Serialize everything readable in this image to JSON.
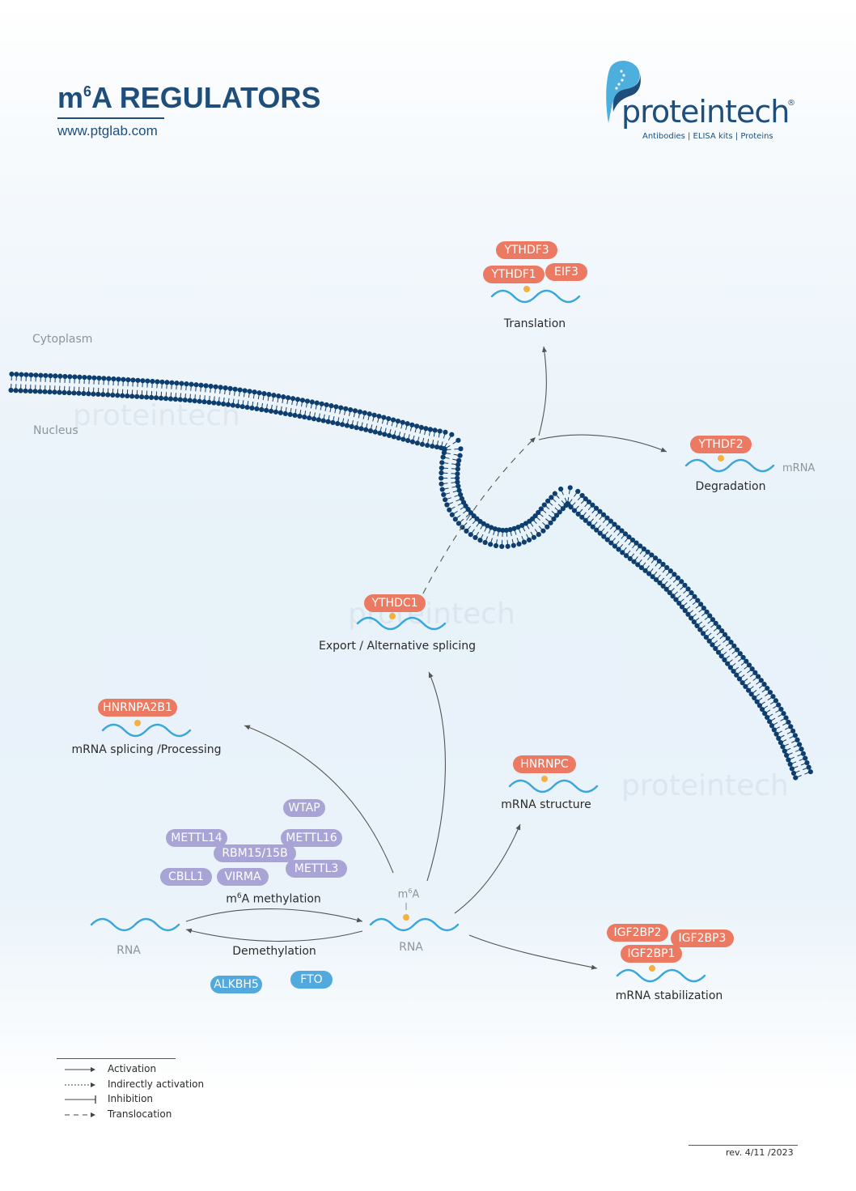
{
  "header": {
    "title_prefix": "m",
    "title_sup": "6",
    "title_rest": "A REGULATORS",
    "url": "www.ptglab.com"
  },
  "brand": {
    "name": "proteintech",
    "registered": "®",
    "tagline": "Antibodies  |  ELISA kits  |  Proteins"
  },
  "compartments": {
    "cytoplasm": "Cytoplasm",
    "nucleus": "Nucleus"
  },
  "outcomes": {
    "translation": {
      "label": "Translation",
      "proteins": [
        "YTHDF3",
        "YTHDF1",
        "EIF3"
      ]
    },
    "degradation": {
      "label": "Degradation",
      "proteins": [
        "YTHDF2"
      ],
      "rna_label": "mRNA"
    },
    "export": {
      "label": "Export / Alternative splicing",
      "proteins": [
        "YTHDC1"
      ]
    },
    "splicing": {
      "label": "mRNA splicing /Processing",
      "proteins": [
        "HNRNPA2B1"
      ]
    },
    "structure": {
      "label": "mRNA structure",
      "proteins": [
        "HNRNPC"
      ]
    },
    "stabilization": {
      "label": "mRNA stabilization",
      "proteins": [
        "IGF2BP2",
        "IGF2BP3",
        "IGF2BP1"
      ]
    }
  },
  "writers": {
    "label_prefix": "m",
    "label_sup": "6",
    "label_rest": "A methylation",
    "proteins": [
      "WTAP",
      "METTL14",
      "METTL16",
      "RBM15/15B",
      "CBLL1",
      "VIRMA",
      "METTL3"
    ]
  },
  "erasers": {
    "label": "Demethylation",
    "proteins": [
      "ALKBH5",
      "FTO"
    ]
  },
  "rna": {
    "unmodified_label": "RNA",
    "modified_label": "RNA",
    "mark_prefix": "m",
    "mark_sup": "6",
    "mark_rest": "A"
  },
  "legend": {
    "items": [
      "Activation",
      "Indirectly activation",
      "Inhibition",
      "Translocation"
    ]
  },
  "revision": "rev. 4/11 /2023",
  "colors": {
    "reader": "#ec7a62",
    "writer": "#a9a4d6",
    "eraser": "#51a9dd",
    "membrane": "#0d3e6e",
    "rna": "#3aa6da",
    "m6a_dot": "#f5b041",
    "brand": "#1f4e7a"
  }
}
